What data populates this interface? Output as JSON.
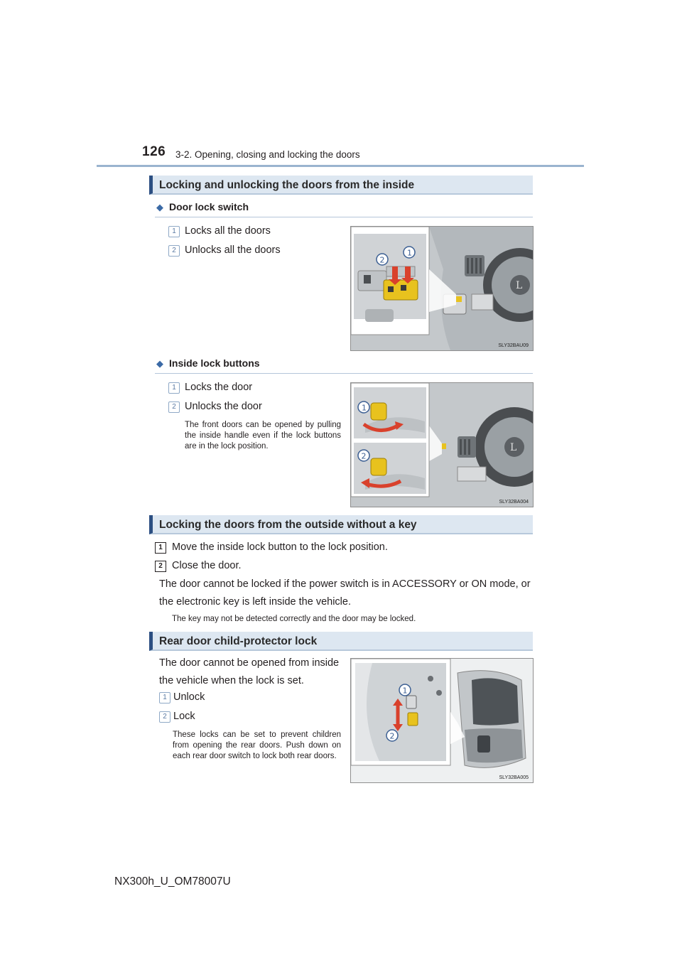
{
  "header": {
    "page_number": "126",
    "section": "3-2. Opening, closing and locking the doors"
  },
  "section1": {
    "title": "Locking and unlocking the doors from the inside",
    "door_lock": {
      "heading": "Door lock switch",
      "items": [
        {
          "num": "1",
          "text": "Locks all the doors"
        },
        {
          "num": "2",
          "text": "Unlocks all the doors"
        }
      ],
      "figure_code": "SLY32BAU09"
    },
    "inside_lock": {
      "heading": "Inside lock buttons",
      "items": [
        {
          "num": "1",
          "text": "Locks the door"
        },
        {
          "num": "2",
          "text": "Unlocks the door"
        }
      ],
      "note": "The front doors can be opened by pulling the inside handle even if the lock buttons are in the lock position.",
      "figure_code": "SLY32BA004"
    }
  },
  "section2": {
    "title": "Locking the doors from the outside without a key",
    "steps": [
      {
        "num": "1",
        "text": "Move the inside lock button to the lock position."
      },
      {
        "num": "2",
        "text": "Close the door."
      }
    ],
    "para": "The door cannot be locked if the power switch is in ACCESSORY or ON mode, or the electronic key is left inside the vehicle.",
    "note": "The key may not be detected correctly and the door may be locked."
  },
  "section3": {
    "title": "Rear door child-protector lock",
    "intro": "The door cannot be opened from inside the vehicle when the lock is set.",
    "items": [
      {
        "num": "1",
        "text": "Unlock"
      },
      {
        "num": "2",
        "text": "Lock"
      }
    ],
    "note": "These locks can be set to prevent children from opening the rear doors. Push down on each rear door switch to lock both rear doors.",
    "figure_code": "SLY32BA005"
  },
  "footer": {
    "model": "NX300h_U_OM78007U"
  },
  "colors": {
    "banner_bg": "#dde7f1",
    "banner_accent": "#2c4f82",
    "rule": "#9ab4cf",
    "highlight_yellow": "#e8c21e",
    "arrow_red": "#d9412c"
  }
}
